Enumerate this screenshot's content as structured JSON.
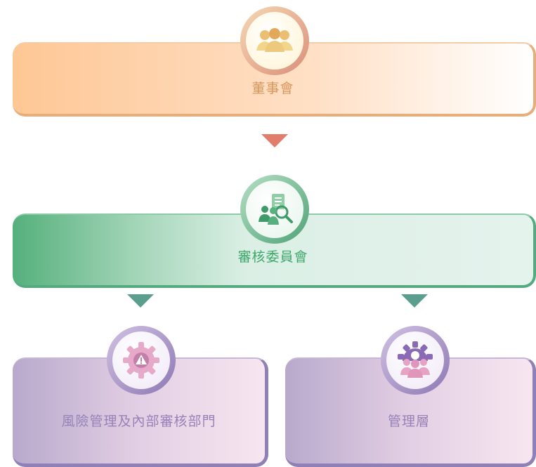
{
  "nodes": {
    "board": {
      "label": "董事會",
      "icon": "people-group-icon"
    },
    "audit_committee": {
      "label": "審核委員會",
      "icon": "team-review-icon"
    },
    "risk_dept": {
      "label": "風險管理及內部審核部門",
      "icon": "warning-gear-icon"
    },
    "management": {
      "label": "管理層",
      "icon": "team-gear-icon"
    }
  },
  "edges": [
    {
      "from": "board",
      "to": "audit_committee"
    },
    {
      "from": "audit_committee",
      "to": "risk_dept"
    },
    {
      "from": "audit_committee",
      "to": "management"
    }
  ],
  "colors": {
    "board": "#fec795",
    "audit_committee": "#55b07c",
    "risk_dept": "#b8a9cc",
    "management": "#b8a9cc",
    "arrow_top": "#e27c6c",
    "arrow_bottom": "#5a9e8d"
  }
}
